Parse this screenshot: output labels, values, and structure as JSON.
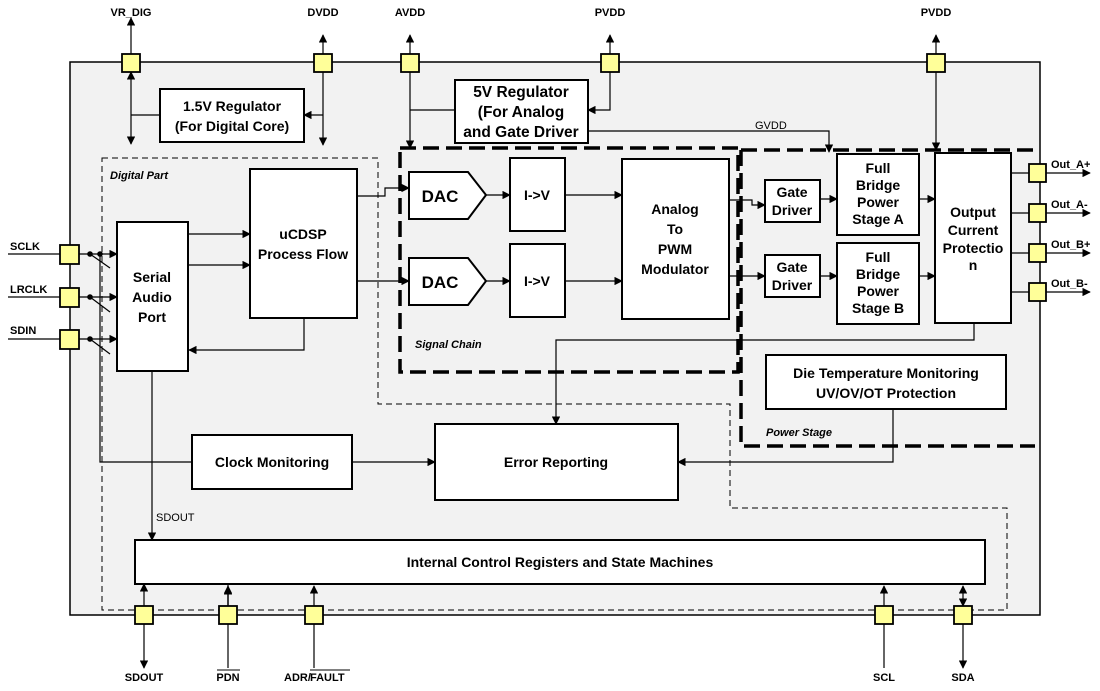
{
  "pins": {
    "vr_dig": "VR_DIG",
    "dvdd": "DVDD",
    "avdd": "AVDD",
    "pvdd_left": "PVDD",
    "pvdd_right": "PVDD",
    "sclk": "SCLK",
    "lrclk": "LRCLK",
    "sdin": "SDIN",
    "out_a_plus": "Out_A+",
    "out_a_minus": "Out_A-",
    "out_b_plus": "Out_B+",
    "out_b_minus": "Out_B-",
    "sdout": "SDOUT",
    "pdn": "PDN",
    "adr": "ADR/",
    "fault": "FAULT",
    "scl": "SCL",
    "sda": "SDA"
  },
  "blocks": {
    "reg_1v5": [
      "1.5V Regulator",
      "(For Digital Core)"
    ],
    "reg_5v": [
      "5V Regulator",
      "(For Analog",
      "and Gate Driver"
    ],
    "serial_audio_port": [
      "Serial",
      "Audio",
      "Port"
    ],
    "ucdsp": [
      "uCDSP",
      "Process Flow"
    ],
    "dac_a": "DAC",
    "dac_b": "DAC",
    "iv_a": "I->V",
    "iv_b": "I->V",
    "modulator": [
      "Analog",
      "To",
      "PWM",
      "Modulator"
    ],
    "gate_driver_a": [
      "Gate",
      "Driver"
    ],
    "gate_driver_b": [
      "Gate",
      "Driver"
    ],
    "full_bridge_a": [
      "Full",
      "Bridge",
      "Power",
      "Stage A"
    ],
    "full_bridge_b": [
      "Full",
      "Bridge",
      "Power",
      "Stage B"
    ],
    "ocp": [
      "Output",
      "Current",
      "Protectio",
      "n"
    ],
    "die_temp": [
      "Die Temperature Monitoring",
      "UV/OV/OT Protection"
    ],
    "clock_monitoring": "Clock Monitoring",
    "error_reporting": "Error Reporting",
    "control_registers": "Internal Control Registers and State Machines"
  },
  "labels": {
    "digital_part": "Digital Part",
    "signal_chain": "Signal Chain",
    "power_stage": "Power Stage",
    "gvdd": "GVDD",
    "sdout_internal": "SDOUT"
  }
}
